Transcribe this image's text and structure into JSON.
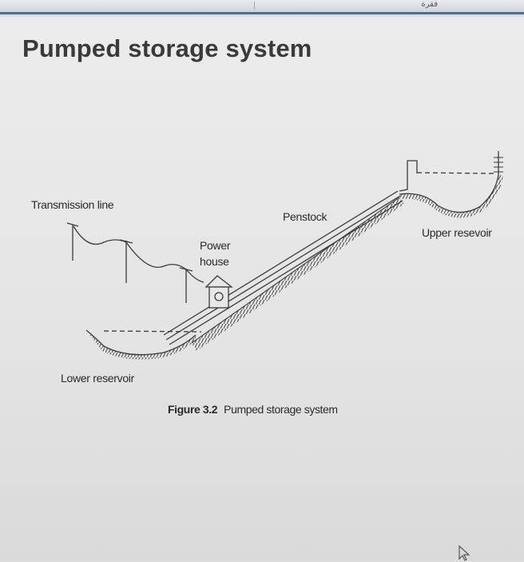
{
  "window": {
    "topbar_label": "فقرة"
  },
  "slide": {
    "title": "Pumped storage system",
    "labels": {
      "transmission_line": "Transmission line",
      "penstock": "Penstock",
      "upper_reservoir": "Upper resevoir",
      "power_house_line1": "Power",
      "power_house_line2": "house",
      "lower_reservoir": "Lower reservoir"
    },
    "caption": {
      "number": "Figure 3.2",
      "text": "Pumped storage system"
    }
  },
  "colors": {
    "ink": "#3a3a3a",
    "window_accent": "#4a6f9c"
  }
}
